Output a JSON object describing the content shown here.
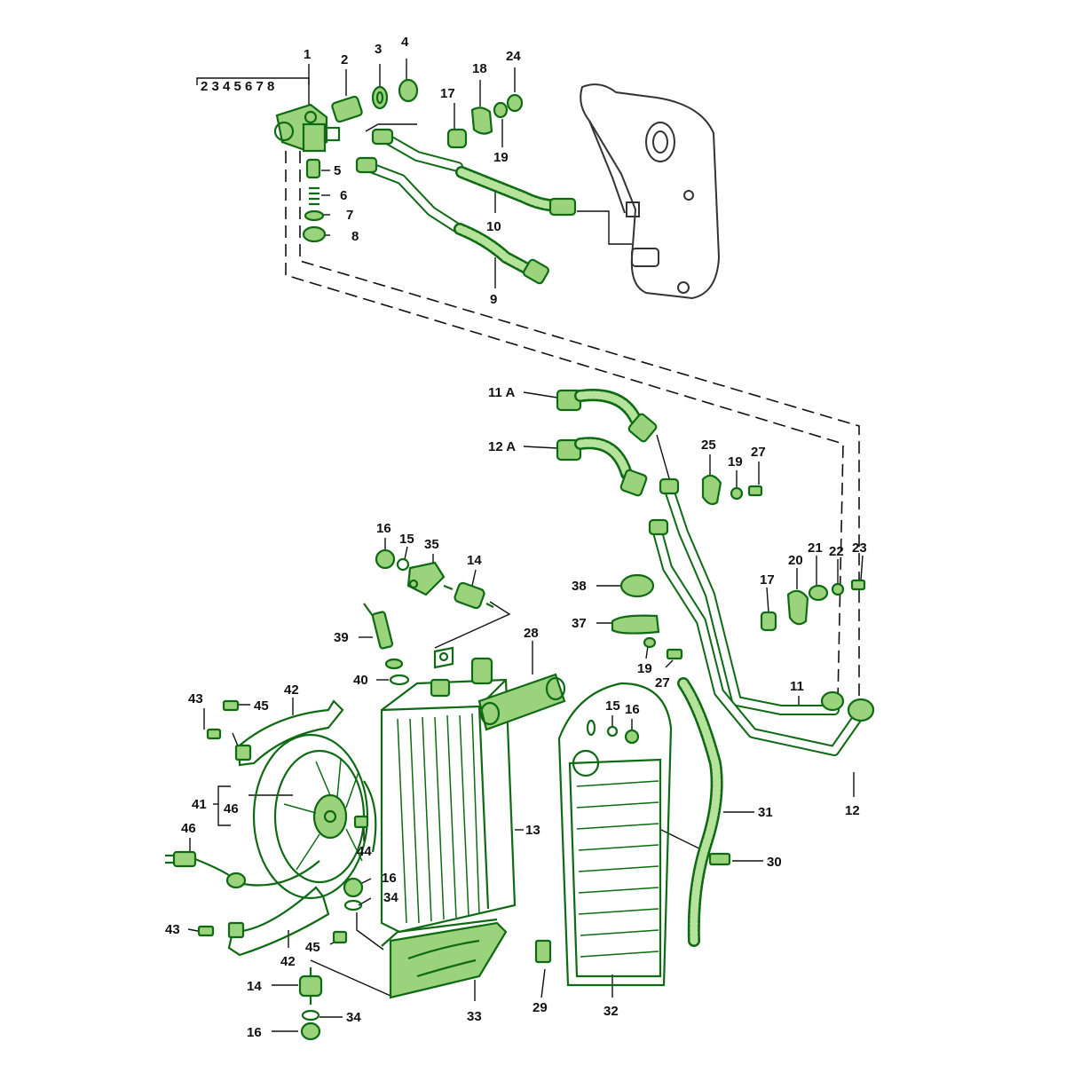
{
  "diagram": {
    "labels": [
      {
        "id": "1",
        "text": "1"
      },
      {
        "id": "1-sub",
        "text": "2 3 4 5 6 7 8"
      },
      {
        "id": "2",
        "text": "2"
      },
      {
        "id": "3",
        "text": "3"
      },
      {
        "id": "4",
        "text": "4"
      },
      {
        "id": "5",
        "text": "5"
      },
      {
        "id": "6",
        "text": "6"
      },
      {
        "id": "7",
        "text": "7"
      },
      {
        "id": "8",
        "text": "8"
      },
      {
        "id": "9",
        "text": "9"
      },
      {
        "id": "10",
        "text": "10"
      },
      {
        "id": "17a",
        "text": "17"
      },
      {
        "id": "18",
        "text": "18"
      },
      {
        "id": "19a",
        "text": "19"
      },
      {
        "id": "24",
        "text": "24"
      },
      {
        "id": "11A",
        "text": "11 A"
      },
      {
        "id": "12A",
        "text": "12 A"
      },
      {
        "id": "25",
        "text": "25"
      },
      {
        "id": "19b",
        "text": "19"
      },
      {
        "id": "27a",
        "text": "27"
      },
      {
        "id": "16a",
        "text": "16"
      },
      {
        "id": "15a",
        "text": "15"
      },
      {
        "id": "35",
        "text": "35"
      },
      {
        "id": "14a",
        "text": "14"
      },
      {
        "id": "38",
        "text": "38"
      },
      {
        "id": "37",
        "text": "37"
      },
      {
        "id": "19c",
        "text": "19"
      },
      {
        "id": "27b",
        "text": "27"
      },
      {
        "id": "17b",
        "text": "17"
      },
      {
        "id": "20",
        "text": "20"
      },
      {
        "id": "21",
        "text": "21"
      },
      {
        "id": "22",
        "text": "22"
      },
      {
        "id": "23",
        "text": "23"
      },
      {
        "id": "39",
        "text": "39"
      },
      {
        "id": "40",
        "text": "40"
      },
      {
        "id": "28",
        "text": "28"
      },
      {
        "id": "42a",
        "text": "42"
      },
      {
        "id": "43a",
        "text": "43"
      },
      {
        "id": "45a",
        "text": "45"
      },
      {
        "id": "41",
        "text": "41"
      },
      {
        "id": "46a",
        "text": "46"
      },
      {
        "id": "46b",
        "text": "46"
      },
      {
        "id": "44",
        "text": "44"
      },
      {
        "id": "13",
        "text": "13"
      },
      {
        "id": "15b",
        "text": "15"
      },
      {
        "id": "16b",
        "text": "16"
      },
      {
        "id": "11",
        "text": "11"
      },
      {
        "id": "12",
        "text": "12"
      },
      {
        "id": "31",
        "text": "31"
      },
      {
        "id": "30",
        "text": "30"
      },
      {
        "id": "16c",
        "text": "16"
      },
      {
        "id": "34a",
        "text": "34"
      },
      {
        "id": "43b",
        "text": "43"
      },
      {
        "id": "42b",
        "text": "42"
      },
      {
        "id": "45b",
        "text": "45"
      },
      {
        "id": "14b",
        "text": "14"
      },
      {
        "id": "34b",
        "text": "34"
      },
      {
        "id": "16d",
        "text": "16"
      },
      {
        "id": "33",
        "text": "33"
      },
      {
        "id": "29",
        "text": "29"
      },
      {
        "id": "32",
        "text": "32"
      }
    ]
  }
}
